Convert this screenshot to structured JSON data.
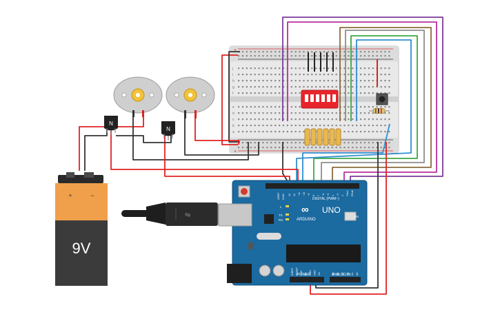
{
  "battery": {
    "label": "9V",
    "plus": "+",
    "minus": "−"
  },
  "transistors": [
    {
      "label": "N"
    },
    {
      "label": "N"
    }
  ],
  "arduino": {
    "board_name": "UNO",
    "brand": "ARDUINO",
    "digital_label": "DIGITAL (PWM~)",
    "power_label": "POWER",
    "analog_label": "ANALOG IN",
    "on_label": "ON",
    "l_label": "L",
    "tx_label": "TX",
    "rx_label": "RX",
    "aref_label": "AREF",
    "gnd_label": "GND",
    "digital_pins": [
      "13",
      "12",
      "~11",
      "~10",
      "~9",
      "8",
      "7",
      "~6",
      "~5",
      "4",
      "~3",
      "2",
      "TX▸1",
      "RX◂0"
    ],
    "power_pins": [
      "IOREF",
      "RESET",
      "3.3V",
      "5V",
      "GND",
      "GND",
      "Vin"
    ],
    "analog_pins": [
      "A0",
      "A1",
      "A2",
      "A3",
      "A4",
      "A5"
    ]
  },
  "breadboard": {
    "row_letters_top": [
      "j",
      "i",
      "h",
      "g",
      "f"
    ],
    "row_letters_bottom": [
      "e",
      "d",
      "c",
      "b",
      "a"
    ],
    "plus": "+",
    "minus": "−"
  },
  "wire_colors": {
    "red": "#e02020",
    "black": "#333333",
    "purple": "#7b3a9b",
    "magenta": "#b52fa0",
    "brown": "#8a6a3a",
    "grey": "#8c8c8c",
    "green": "#3aa845",
    "blue": "#2f8fd0",
    "dip_switch": "#e8252b",
    "arduino_board": "#1b6aa0"
  }
}
